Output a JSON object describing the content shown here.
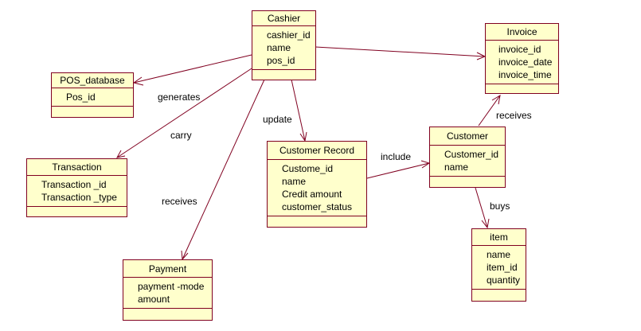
{
  "colors": {
    "box_fill": "#ffffcc",
    "box_border": "#800020",
    "edge": "#800020",
    "text": "#000000"
  },
  "classes": {
    "cashier": {
      "title": "Cashier",
      "attributes": [
        "cashier_id",
        "name",
        "pos_id"
      ]
    },
    "invoice": {
      "title": "Invoice",
      "attributes": [
        "invoice_id",
        "invoice_date",
        "invoice_time"
      ]
    },
    "pos_database": {
      "title": "POS_database",
      "attributes": [
        "Pos_id"
      ]
    },
    "transaction": {
      "title": "Transaction",
      "attributes": [
        "Transaction _id",
        "Transaction _type"
      ]
    },
    "customer_record": {
      "title": "Customer Record",
      "attributes": [
        "Custome_id",
        "name",
        "Credit amount",
        "customer_status"
      ]
    },
    "customer": {
      "title": "Customer",
      "attributes": [
        "Customer_id",
        "name"
      ]
    },
    "item": {
      "title": "item",
      "attributes": [
        "name",
        "item_id",
        "quantity"
      ]
    },
    "payment": {
      "title": "Payment",
      "attributes": [
        "payment -mode",
        "amount"
      ]
    }
  },
  "relationships": {
    "generates": {
      "label": "generates",
      "from": "Cashier",
      "to": "POS_database"
    },
    "carry": {
      "label": "carry",
      "from": "Cashier",
      "to": "Transaction"
    },
    "update": {
      "label": "update",
      "from": "Cashier",
      "to": "Customer Record"
    },
    "receives_payment": {
      "label": "receives",
      "from": "Cashier",
      "to": "Payment"
    },
    "cashier_invoice": {
      "label": "",
      "from": "Cashier",
      "to": "Invoice"
    },
    "include": {
      "label": "include",
      "from": "Customer Record",
      "to": "Customer"
    },
    "receives_invoice": {
      "label": "receives",
      "from": "Customer",
      "to": "Invoice"
    },
    "buys": {
      "label": "buys",
      "from": "Customer",
      "to": "item"
    }
  }
}
